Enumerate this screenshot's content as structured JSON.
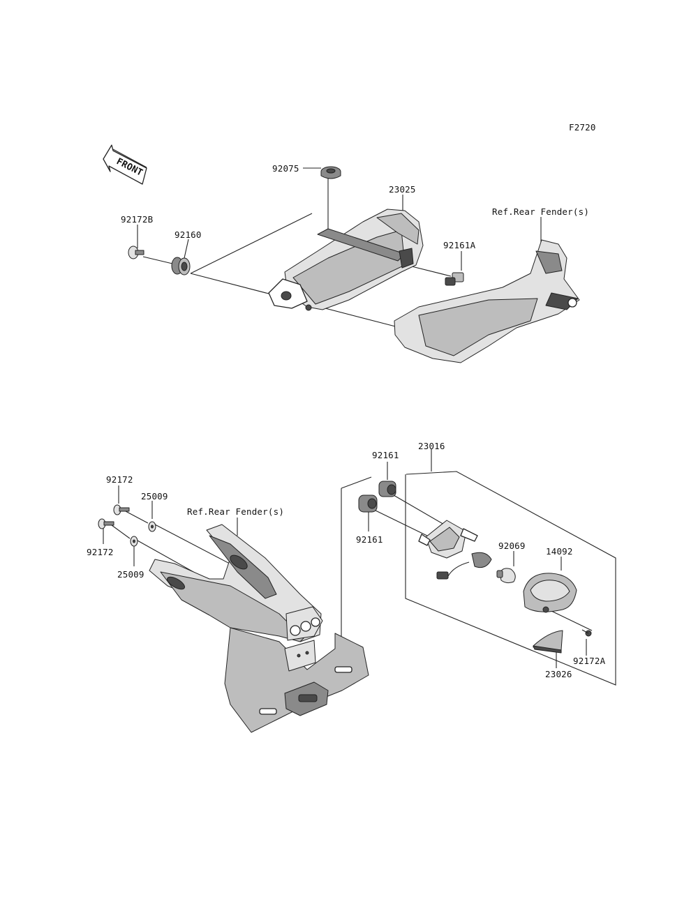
{
  "diagram_code": "F2720",
  "front_arrow_label": "FRONT",
  "labels": {
    "p92075": "92075",
    "p23025": "23025",
    "p92172B": "92172B",
    "p92160": "92160",
    "p92161A": "92161A",
    "ref_top": "Ref.Rear Fender(s)",
    "p23016": "23016",
    "p92161_top": "92161",
    "p92161_bot": "92161",
    "p92172_top": "92172",
    "p92172_bot": "92172",
    "p25009_top": "25009",
    "p25009_bot": "25009",
    "ref_bottom": "Ref.Rear Fender(s)",
    "p92069": "92069",
    "p14092": "14092",
    "p92172A": "92172A",
    "p23026": "23026"
  }
}
